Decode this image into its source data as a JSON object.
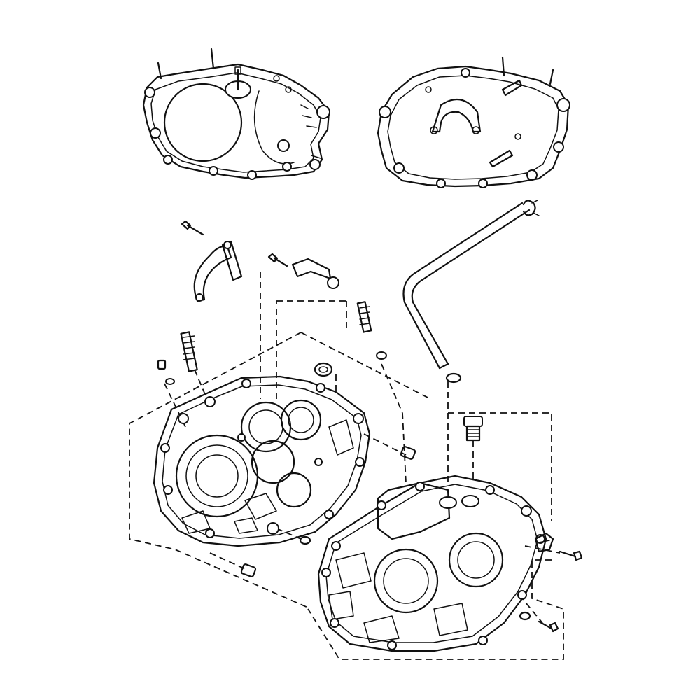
{
  "diagram": {
    "type": "exploded-parts-drawing",
    "subject": "engine-crankcase",
    "colors": {
      "line": "#111111",
      "background": "#ffffff"
    },
    "parts": [
      "crankcase-cover-left",
      "crankcase-cover-right",
      "crankcase-left-half",
      "crankcase-right-half",
      "breather-hose",
      "hose-clamp",
      "oil-strainer",
      "retaining-bracket",
      "stud-bolt-long",
      "stud-bolt-short",
      "dowel-pin",
      "bolt",
      "washer",
      "o-ring",
      "oil-seal"
    ]
  }
}
